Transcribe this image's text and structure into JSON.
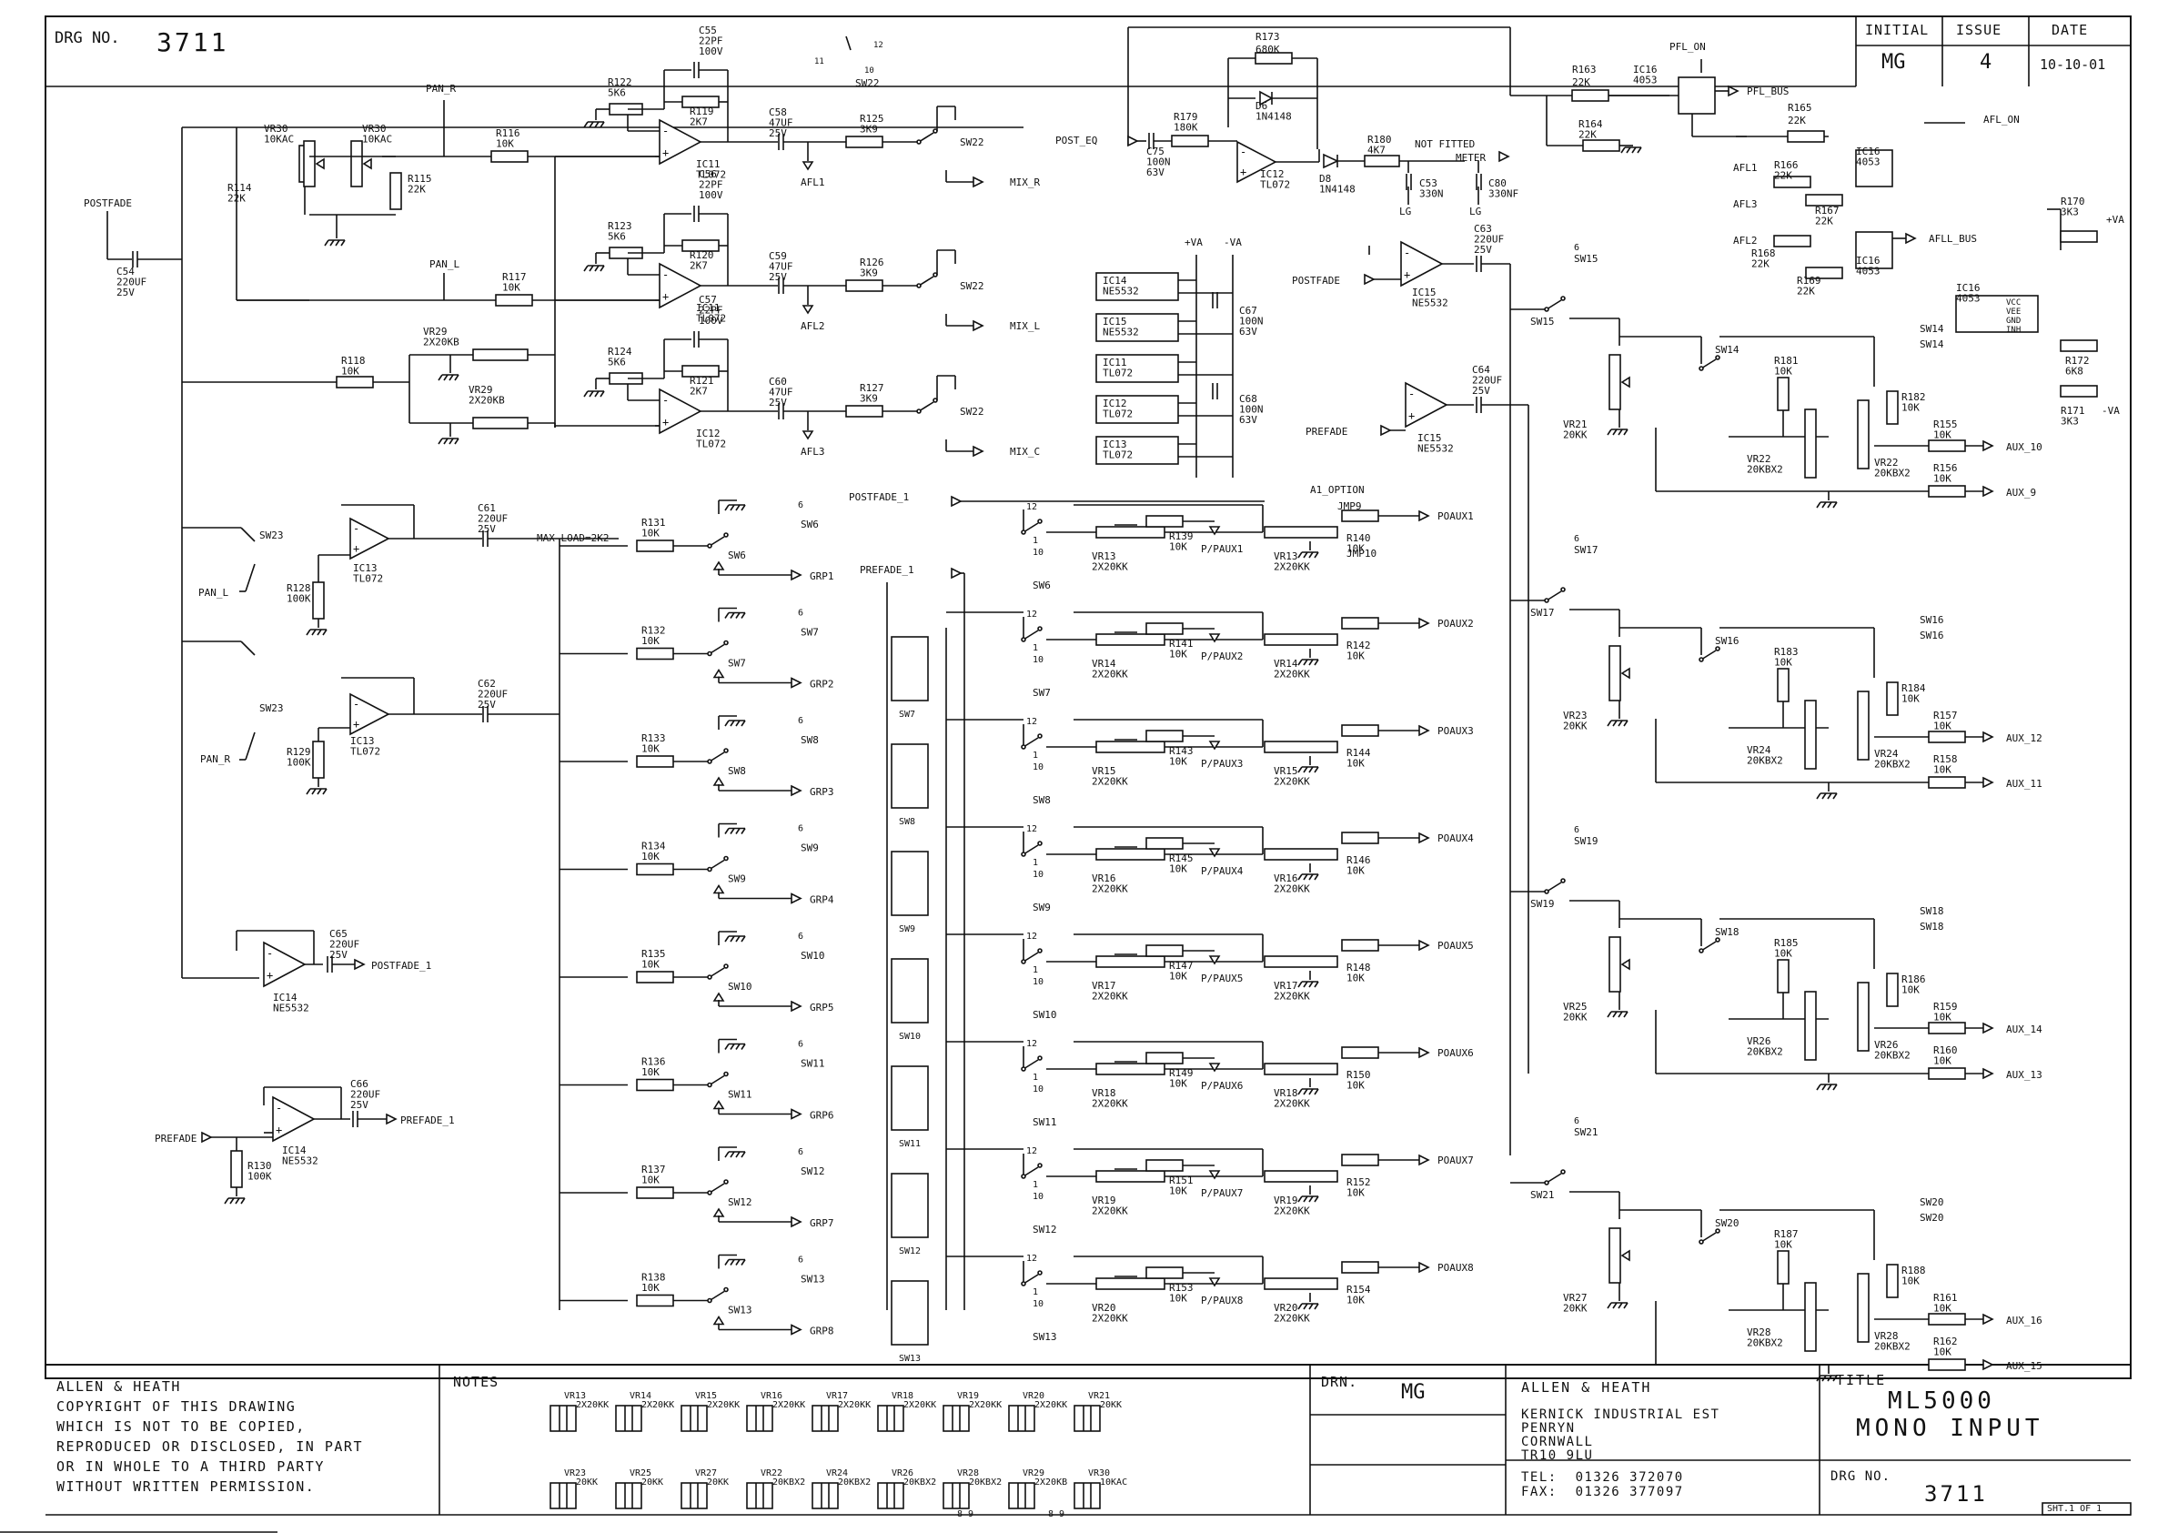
{
  "title_block": {
    "drg_no_label": "DRG NO.",
    "drg_no": "3711",
    "initial_label": "INITIAL",
    "issue_label": "ISSUE",
    "date_label": "DATE",
    "initial": "MG",
    "issue": "4",
    "date": "10-10-01",
    "copyright": [
      "ALLEN & HEATH",
      "COPYRIGHT OF THIS DRAWING",
      "WHICH IS NOT TO BE COPIED,",
      "REPRODUCED OR DISCLOSED, IN PART",
      "OR IN WHOLE TO A THIRD PARTY",
      "WITHOUT WRITTEN PERMISSION."
    ],
    "notes_label": "NOTES",
    "drn_label": "DRN.",
    "drn": "MG",
    "company": "ALLEN & HEATH",
    "address": [
      "KERNICK INDUSTRIAL EST",
      "PENRYN",
      "CORNWALL",
      "TR10 9LU"
    ],
    "tel": "TEL:  01326 372070",
    "fax": "FAX:  01326 377097",
    "title_label": "TITLE",
    "title_1": "ML5000",
    "title_2": "MONO INPUT",
    "drg_no_label_2": "DRG NO.",
    "drg_no_2": "3711",
    "sheet": "SHT.1 OF 1"
  },
  "notes": {
    "row1": [
      "VR13 2X20KK",
      "VR14 2X20KK",
      "VR15 2X20KK",
      "VR16 2X20KK",
      "VR17 2X20KK",
      "VR18 2X20KK",
      "VR19 2X20KK",
      "VR20 2X20KK",
      "VR21 20KK"
    ],
    "row2": [
      "VR23 20KK",
      "VR25 20KK",
      "VR27 20KK",
      "VR22 20KBX2",
      "VR24 20KBX2",
      "VR26 20KBX2",
      "VR28 20KBX2",
      "VR29 2X20KB",
      "VR30 10KAC"
    ],
    "pins": "8 9"
  },
  "labels": {
    "postfade": "POSTFADE",
    "postfade_1": "POSTFADE_1",
    "prefade": "PREFADE",
    "prefade_1": "PREFADE_1",
    "pan_r": "PAN_R",
    "pan_l": "PAN_L",
    "mix_r": "MIX_R",
    "mix_l": "MIX_L",
    "mix_c": "MIX_C",
    "afl1": "AFL1",
    "afl2": "AFL2",
    "afl3": "AFL3",
    "post_eq": "POST_EQ",
    "meter": "METER",
    "not_fitted": "NOT FITTED",
    "pfl_on": "PFL_ON",
    "pfl_bus": "PFL_BUS",
    "afl_on": "AFL_ON",
    "afll_bus": "AFLL_BUS",
    "max_load": "MAX LOAD=2K2",
    "a1_option": "A1_OPTION",
    "va_plus": "+VA",
    "va_minus": "-VA",
    "lg": "LG",
    "ic16_pins": [
      "VCC",
      "VEE",
      "GND",
      "INH"
    ]
  },
  "components": {
    "c54": [
      "C54",
      "220UF",
      "25V"
    ],
    "r114": [
      "R114",
      "22K"
    ],
    "vr30a": [
      "VR30",
      "10KAC"
    ],
    "vr30b": [
      "VR30",
      "10KAC"
    ],
    "r115": [
      "R115",
      "22K"
    ],
    "r116": [
      "R116",
      "10K"
    ],
    "r117": [
      "R117",
      "10K"
    ],
    "r118": [
      "R118",
      "10K"
    ],
    "vr29a": [
      "VR29",
      "2X20KB"
    ],
    "vr29b": [
      "VR29",
      "2X20KB"
    ],
    "r122": [
      "R122",
      "5K6"
    ],
    "c55": [
      "C55",
      "22PF",
      "100V"
    ],
    "r119": [
      "R119",
      "2K7"
    ],
    "ic11a": [
      "IC11",
      "TL072"
    ],
    "c58": [
      "C58",
      "47UF",
      "25V"
    ],
    "r125": [
      "R125",
      "3K9"
    ],
    "r123": [
      "R123",
      "5K6"
    ],
    "c56": [
      "C56",
      "22PF",
      "100V"
    ],
    "r120": [
      "R120",
      "2K7"
    ],
    "ic11b": [
      "IC11",
      "TL072"
    ],
    "c59": [
      "C59",
      "47UF",
      "25V"
    ],
    "r126": [
      "R126",
      "3K9"
    ],
    "r124": [
      "R124",
      "5K6"
    ],
    "c57": [
      "C57",
      "22PF",
      "100V"
    ],
    "r121": [
      "R121",
      "2K7"
    ],
    "ic12a": [
      "IC12",
      "TL072"
    ],
    "c60": [
      "C60",
      "47UF",
      "25V"
    ],
    "r127": [
      "R127",
      "3K9"
    ],
    "sw22": "SW22",
    "r173": [
      "R173",
      "680K"
    ],
    "d6": [
      "D6",
      "1N4148"
    ],
    "r179": [
      "R179",
      "180K"
    ],
    "c75": [
      "C75",
      "100N",
      "63V"
    ],
    "ic12b": [
      "IC12",
      "TL072"
    ],
    "d8": [
      "D8",
      "1N4148"
    ],
    "r180": [
      "R180",
      "4K7"
    ],
    "c53": [
      "C53",
      "330N"
    ],
    "c80": [
      "C80",
      "330NF"
    ],
    "r163": [
      "R163",
      "22K"
    ],
    "r164": [
      "R164",
      "22K"
    ],
    "ic16a": [
      "IC16",
      "4053"
    ],
    "ic16b": [
      "IC16",
      "4053"
    ],
    "ic16c": [
      "IC16",
      "4053"
    ],
    "ic16d": [
      "IC16",
      "4053"
    ],
    "r165": [
      "R165",
      "22K"
    ],
    "r166": [
      "R166",
      "22K"
    ],
    "r167": [
      "R167",
      "22K"
    ],
    "r168": [
      "R168",
      "22K"
    ],
    "r169": [
      "R169",
      "22K"
    ],
    "r170": [
      "R170",
      "3K3"
    ],
    "r171": [
      "R171",
      "3K3"
    ],
    "r172": [
      "R172",
      "6K8"
    ],
    "ic14p": [
      "IC14",
      "NE5532"
    ],
    "ic15p": [
      "IC15",
      "NE5532"
    ],
    "ic11p": [
      "IC11",
      "TL072"
    ],
    "ic12p": [
      "IC12",
      "TL072"
    ],
    "ic13p": [
      "IC13",
      "TL072"
    ],
    "c67": [
      "C67",
      "100N",
      "63V"
    ],
    "c68": [
      "C68",
      "100N",
      "63V"
    ],
    "c63": [
      "C63",
      "220UF",
      "25V"
    ],
    "ic15a": [
      "IC15",
      "NE5532"
    ],
    "c64": [
      "C64",
      "220UF",
      "25V"
    ],
    "ic15b": [
      "IC15",
      "NE5532"
    ],
    "sw23a": "SW23",
    "sw23b": "SW23",
    "ic13a": [
      "IC13",
      "TL072"
    ],
    "ic13b": [
      "IC13",
      "TL072"
    ],
    "r128": [
      "R128",
      "100K"
    ],
    "r129": [
      "R129",
      "100K"
    ],
    "c61": [
      "C61",
      "220UF",
      "25V"
    ],
    "c62": [
      "C62",
      "220UF",
      "25V"
    ],
    "ic14a": [
      "IC14",
      "NE5532"
    ],
    "c65": [
      "C65",
      "220UF",
      "25V"
    ],
    "ic14b": [
      "IC14",
      "NE5532"
    ],
    "c66": [
      "C66",
      "220UF",
      "25V"
    ],
    "r130": [
      "R130",
      "100K"
    ],
    "r140": [
      "R140",
      "10K"
    ],
    "jmp9": "JMP9",
    "jmp10": "JMP10"
  },
  "grp_rows": [
    {
      "r": "R131",
      "v": "10K",
      "sw": "SW6",
      "out": "GRP1"
    },
    {
      "r": "R132",
      "v": "10K",
      "sw": "SW7",
      "out": "GRP2"
    },
    {
      "r": "R133",
      "v": "10K",
      "sw": "SW8",
      "out": "GRP3"
    },
    {
      "r": "R134",
      "v": "10K",
      "sw": "SW9",
      "out": "GRP4"
    },
    {
      "r": "R135",
      "v": "10K",
      "sw": "SW10",
      "out": "GRP5"
    },
    {
      "r": "R136",
      "v": "10K",
      "sw": "SW11",
      "out": "GRP6"
    },
    {
      "r": "R137",
      "v": "10K",
      "sw": "SW12",
      "out": "GRP7"
    },
    {
      "r": "R138",
      "v": "10K",
      "sw": "SW13",
      "out": "GRP8"
    }
  ],
  "paux_rows": [
    {
      "vr": "VR13",
      "v": "2X20KK",
      "r": "R139",
      "rv": "10K",
      "p": "P/PAUX1",
      "ro": "R140",
      "out": "POAUX1",
      "sw": "SW6"
    },
    {
      "vr": "VR14",
      "v": "2X20KK",
      "r": "R141",
      "rv": "10K",
      "p": "P/PAUX2",
      "ro": "R142",
      "out": "POAUX2",
      "sw": "SW7"
    },
    {
      "vr": "VR15",
      "v": "2X20KK",
      "r": "R143",
      "rv": "10K",
      "p": "P/PAUX3",
      "ro": "R144",
      "out": "POAUX3",
      "sw": "SW8"
    },
    {
      "vr": "VR16",
      "v": "2X20KK",
      "r": "R145",
      "rv": "10K",
      "p": "P/PAUX4",
      "ro": "R146",
      "out": "POAUX4",
      "sw": "SW9"
    },
    {
      "vr": "VR17",
      "v": "2X20KK",
      "r": "R147",
      "rv": "10K",
      "p": "P/PAUX5",
      "ro": "R148",
      "out": "POAUX5",
      "sw": "SW10"
    },
    {
      "vr": "VR18",
      "v": "2X20KK",
      "r": "R149",
      "rv": "10K",
      "p": "P/PAUX6",
      "ro": "R150",
      "out": "POAUX6",
      "sw": "SW11"
    },
    {
      "vr": "VR19",
      "v": "2X20KK",
      "r": "R151",
      "rv": "10K",
      "p": "P/PAUX7",
      "ro": "R152",
      "out": "POAUX7",
      "sw": "SW12"
    },
    {
      "vr": "VR20",
      "v": "2X20KK",
      "r": "R153",
      "rv": "10K",
      "p": "P/PAUX8",
      "ro": "R154",
      "out": "POAUX8",
      "sw": "SW13"
    }
  ],
  "aux_blocks": [
    {
      "sw": "SW15",
      "swb": "SW14",
      "vr": "VR21",
      "vrv": "20KK",
      "r1": "R181",
      "vr2": "VR22",
      "vr2v": "20KBX2",
      "r2": "R182",
      "ro1": "R155",
      "out1": "AUX_10",
      "ro2": "R156",
      "out2": "AUX_9"
    },
    {
      "sw": "SW17",
      "swb": "SW16",
      "vr": "VR23",
      "vrv": "20KK",
      "r1": "R183",
      "vr2": "VR24",
      "vr2v": "20KBX2",
      "r2": "R184",
      "ro1": "R157",
      "out1": "AUX_12",
      "ro2": "R158",
      "out2": "AUX_11"
    },
    {
      "sw": "SW19",
      "swb": "SW18",
      "vr": "VR25",
      "vrv": "20KK",
      "r1": "R185",
      "vr2": "VR26",
      "vr2v": "20KBX2",
      "r2": "R186",
      "ro1": "R159",
      "out1": "AUX_14",
      "ro2": "R160",
      "out2": "AUX_13"
    },
    {
      "sw": "SW21",
      "swb": "SW20",
      "vr": "VR27",
      "vrv": "20KK",
      "r1": "R187",
      "vr2": "VR28",
      "vr2v": "20KBX2",
      "r2": "R188",
      "ro1": "R161",
      "out1": "AUX_16",
      "ro2": "R162",
      "out2": "AUX_15"
    }
  ]
}
